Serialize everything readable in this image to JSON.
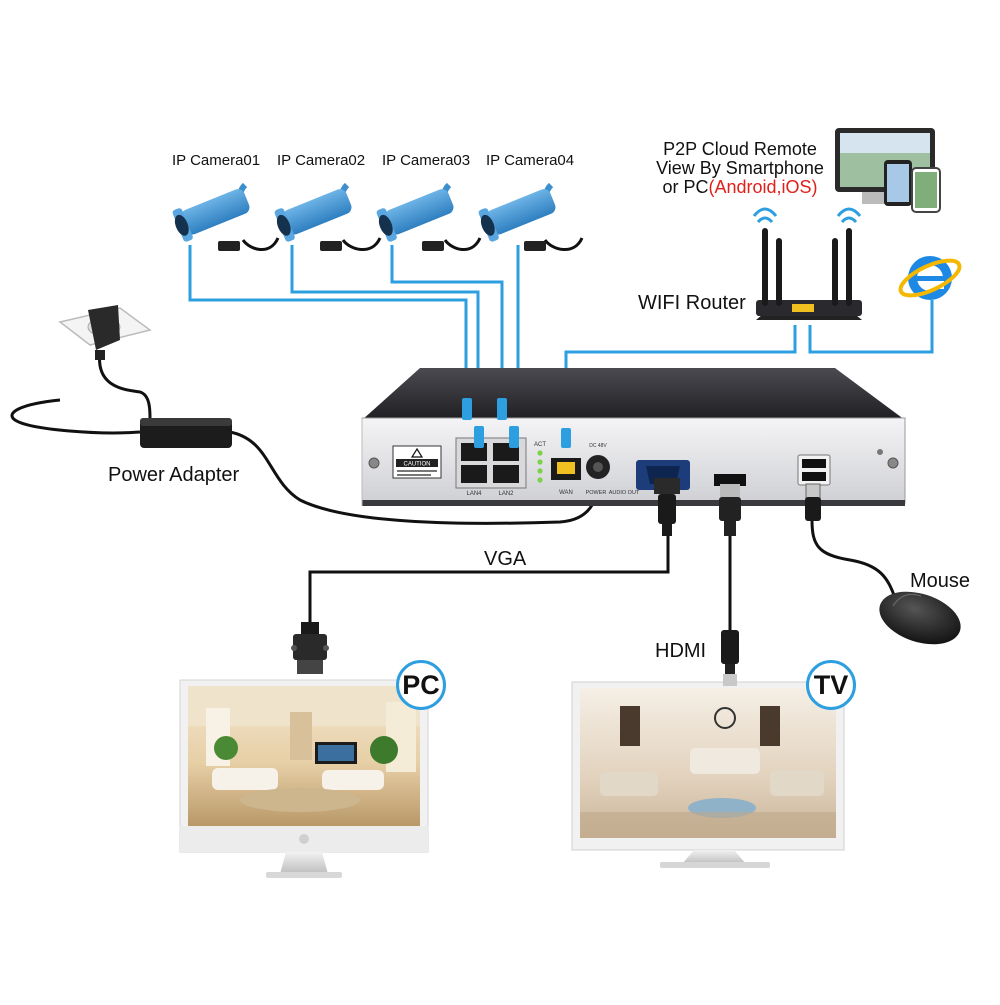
{
  "cameras": [
    {
      "label": "IP Camera01"
    },
    {
      "label": "IP Camera02"
    },
    {
      "label": "IP Camera03"
    },
    {
      "label": "IP Camera04"
    }
  ],
  "p2p": {
    "line1": "P2P Cloud Remote",
    "line2": "View By Smartphone",
    "line3_prefix": "or PC",
    "line3_os": "(Android,iOS)"
  },
  "router_label": "WIFI Router",
  "power_adapter_label": "Power Adapter",
  "vga_label": "VGA",
  "hdmi_label": "HDMI",
  "mouse_label": "Mouse",
  "pc_badge": "PC",
  "tv_badge": "TV",
  "nvr_panel": {
    "caution": "CAUTION",
    "lan4": "LAN4",
    "lan2": "LAN2",
    "act": "ACT",
    "wan": "WAN",
    "power": "POWER",
    "audio_out": "AUDIO OUT",
    "dc": "DC 48V"
  },
  "colors": {
    "cable_blue": "#2d9fe0",
    "camera_blue": "#3c8fcf",
    "nvr_dark": "#2b2b2f",
    "panel_silver": "#e9e9ec",
    "badge_border": "#2d9fe0",
    "ios_red": "#e0201b"
  }
}
